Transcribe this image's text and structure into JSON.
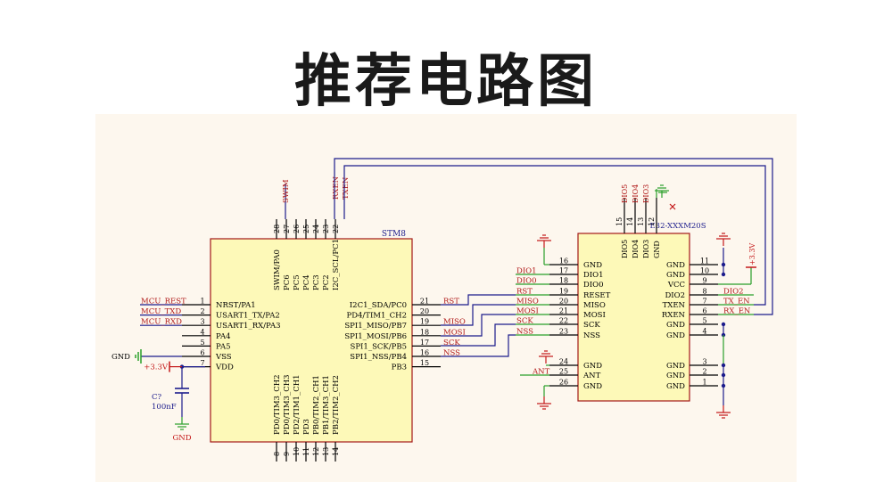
{
  "title": "推荐电路图",
  "mcu": {
    "name": "STM8",
    "left_pins": [
      {
        "num": "1",
        "name": "NRST/PA1",
        "net": "MCU_REST"
      },
      {
        "num": "2",
        "name": "USART1_TX/PA2",
        "net": "MCU_TXD"
      },
      {
        "num": "3",
        "name": "USART1_RX/PA3",
        "net": "MCU_RXD"
      },
      {
        "num": "4",
        "name": "PA4",
        "net": ""
      },
      {
        "num": "5",
        "name": "PA5",
        "net": ""
      },
      {
        "num": "6",
        "name": "VSS",
        "net": ""
      },
      {
        "num": "7",
        "name": "VDD",
        "net": ""
      }
    ],
    "right_pins": [
      {
        "num": "21",
        "name": "I2C1_SDA/PC0",
        "net": "RST"
      },
      {
        "num": "20",
        "name": "PD4/TIM1_CH2",
        "net": ""
      },
      {
        "num": "19",
        "name": "SPI1_MISO/PB7",
        "net": "MISO"
      },
      {
        "num": "18",
        "name": "SPI1_MOSI/PB6",
        "net": "MOSI"
      },
      {
        "num": "17",
        "name": "SPI1_SCK/PB5",
        "net": "SCK"
      },
      {
        "num": "16",
        "name": "SPI1_NSS/PB4",
        "net": "NSS"
      },
      {
        "num": "15",
        "name": "PB3",
        "net": ""
      }
    ],
    "top_pins": [
      {
        "num": "28",
        "name": "SWIM/PA0"
      },
      {
        "num": "27",
        "name": "PC6"
      },
      {
        "num": "26",
        "name": "PC5"
      },
      {
        "num": "25",
        "name": "PC4"
      },
      {
        "num": "24",
        "name": "PC3"
      },
      {
        "num": "23",
        "name": "PC2"
      },
      {
        "num": "22",
        "name": "I2C_SCL/PC1"
      }
    ],
    "top_nets": [
      "SWIM",
      "RXEN",
      "TXEN"
    ],
    "bottom_pins": [
      {
        "num": "8",
        "name": "PD0/TIM3_CH2"
      },
      {
        "num": "9",
        "name": "PD0/TIM3_CH3"
      },
      {
        "num": "10",
        "name": "PD2/TIM1_CH1"
      },
      {
        "num": "11",
        "name": "PD3"
      },
      {
        "num": "12",
        "name": "PB0/TIM2_CH1"
      },
      {
        "num": "13",
        "name": "PB1/TIM3_CH1"
      },
      {
        "num": "14",
        "name": "PB2/TIM2_CH2"
      }
    ]
  },
  "module": {
    "name": "E32-XXXM20S",
    "left_pins": [
      {
        "num": "16",
        "name": "GND",
        "net": ""
      },
      {
        "num": "17",
        "name": "DIO1",
        "net": "DIO1"
      },
      {
        "num": "18",
        "name": "DIO0",
        "net": "DIO0"
      },
      {
        "num": "19",
        "name": "RESET",
        "net": "RST"
      },
      {
        "num": "20",
        "name": "MISO",
        "net": "MISO"
      },
      {
        "num": "21",
        "name": "MOSI",
        "net": "MOSI"
      },
      {
        "num": "22",
        "name": "SCK",
        "net": "SCK"
      },
      {
        "num": "23",
        "name": "NSS",
        "net": "NSS"
      },
      {
        "num": "24",
        "name": "GND",
        "net": ""
      },
      {
        "num": "25",
        "name": "ANT",
        "net": "ANT"
      },
      {
        "num": "26",
        "name": "GND",
        "net": ""
      }
    ],
    "right_pins": [
      {
        "num": "11",
        "name": "GND",
        "net": ""
      },
      {
        "num": "10",
        "name": "GND",
        "net": ""
      },
      {
        "num": "9",
        "name": "VCC",
        "net": ""
      },
      {
        "num": "8",
        "name": "DIO2",
        "net": "DIO2"
      },
      {
        "num": "7",
        "name": "TXEN",
        "net": "TX_EN"
      },
      {
        "num": "6",
        "name": "RXEN",
        "net": "RX_EN"
      },
      {
        "num": "5",
        "name": "GND",
        "net": ""
      },
      {
        "num": "4",
        "name": "GND",
        "net": ""
      },
      {
        "num": "3",
        "name": "GND",
        "net": ""
      },
      {
        "num": "2",
        "name": "GND",
        "net": ""
      },
      {
        "num": "1",
        "name": "GND",
        "net": ""
      }
    ],
    "top_pins": [
      {
        "num": "15",
        "name": "DIO5",
        "net": "DIO5"
      },
      {
        "num": "14",
        "name": "DIO4",
        "net": "DIO4"
      },
      {
        "num": "13",
        "name": "DIO3",
        "net": "DIO3"
      },
      {
        "num": "12",
        "name": "GND",
        "net": ""
      }
    ]
  },
  "power": {
    "gnd_label": "GND",
    "vcc_label": "+3.3V"
  },
  "capacitor": {
    "ref": "C?",
    "value": "100nF"
  },
  "colors": {
    "wire": "#1c1c8c",
    "net_label": "#b01818",
    "component_border": "#a31818",
    "component_fill": "#fdf9b8",
    "power_green": "#2aa02a",
    "power_red": "#c41818",
    "sheet_bg": "#fdf7ee"
  }
}
